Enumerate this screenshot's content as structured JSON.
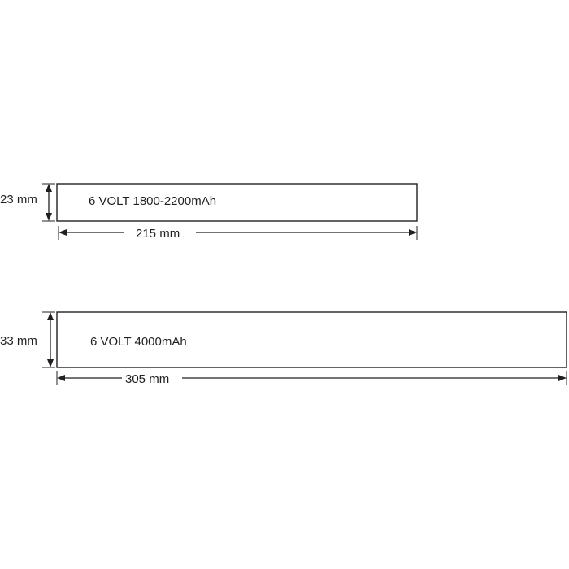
{
  "batteries": [
    {
      "label": "6 VOLT 1800-2200mAh",
      "height_label": "23 mm",
      "width_label": "215 mm"
    },
    {
      "label": "6 VOLT 4000mAh",
      "height_label": "33 mm",
      "width_label": "305 mm"
    }
  ],
  "colors": {
    "line": "#231f20",
    "background": "#ffffff"
  }
}
